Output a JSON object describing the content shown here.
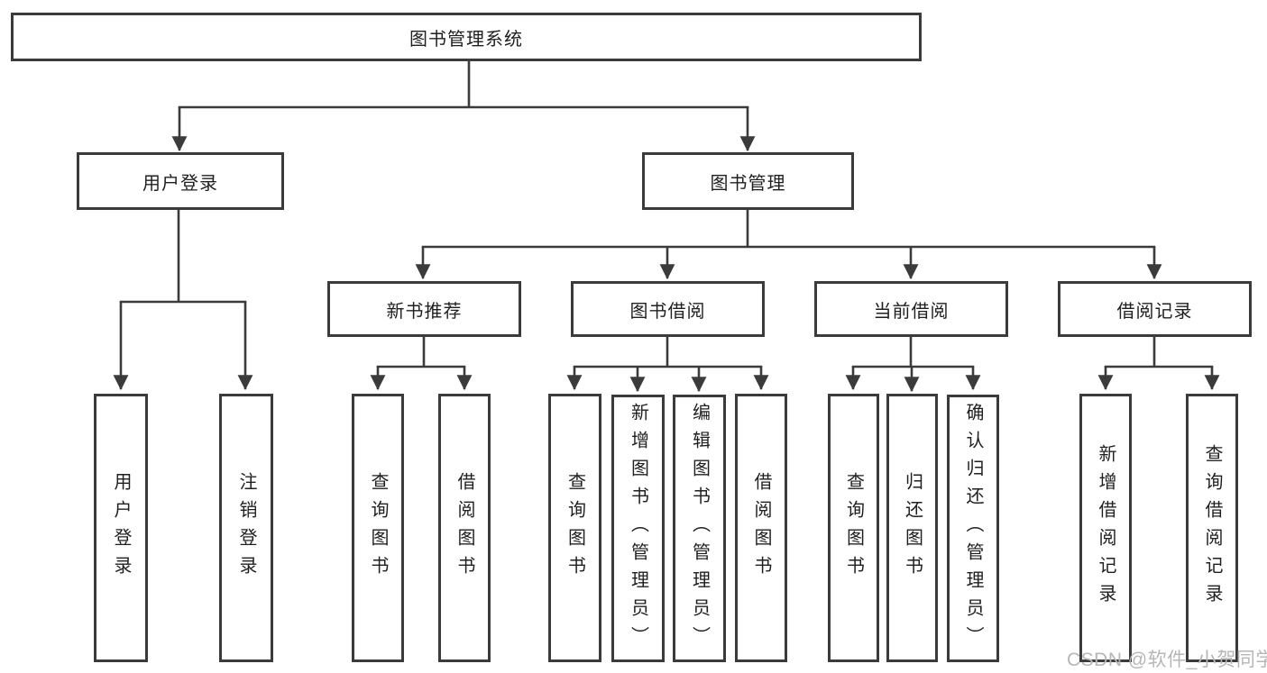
{
  "diagram": {
    "root": {
      "label": "图书管理系统"
    },
    "branches": [
      {
        "label": "用户登录",
        "children": [
          {
            "label": "用户登录"
          },
          {
            "label": "注销登录"
          }
        ]
      },
      {
        "label": "图书管理",
        "groups": [
          {
            "label": "新书推荐",
            "children": [
              {
                "label": "查询图书"
              },
              {
                "label": "借阅图书"
              }
            ]
          },
          {
            "label": "图书借阅",
            "children": [
              {
                "label": "查询图书"
              },
              {
                "label": "新增图书（管理员）"
              },
              {
                "label": "编辑图书（管理员）"
              },
              {
                "label": "借阅图书"
              }
            ]
          },
          {
            "label": "当前借阅",
            "children": [
              {
                "label": "查询图书"
              },
              {
                "label": "归还图书"
              },
              {
                "label": "确认归还（管理员）"
              }
            ]
          },
          {
            "label": "借阅记录",
            "children": [
              {
                "label": "新增借阅记录"
              },
              {
                "label": "查询借阅记录"
              }
            ]
          }
        ]
      }
    ]
  },
  "watermark": {
    "text": "CSDN @软件_小贺同学"
  },
  "colors": {
    "line": "#3b3b3b",
    "text": "#1f1f1f",
    "background": "#ffffff",
    "watermark": "#b6b6b6"
  }
}
